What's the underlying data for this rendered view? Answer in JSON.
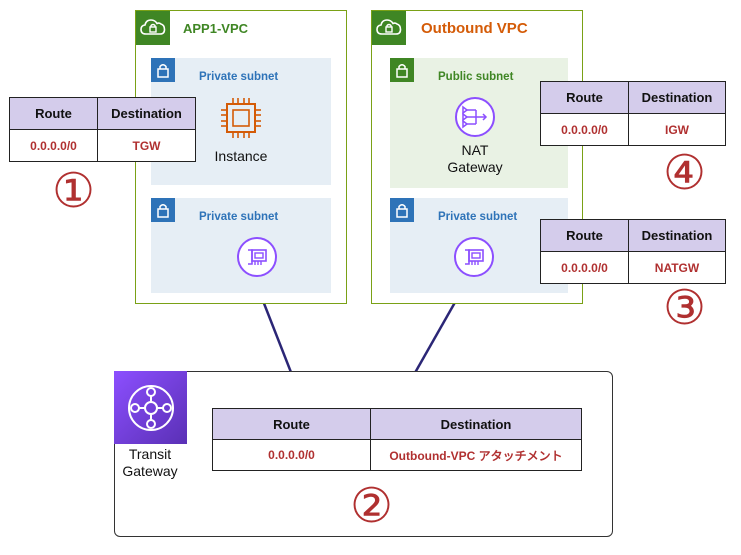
{
  "vpcs": {
    "app1": {
      "title": "APP1-VPC",
      "subnet_top": "Private subnet",
      "subnet_bottom": "Private subnet",
      "instance_label": "Instance"
    },
    "outbound": {
      "title": "Outbound VPC",
      "subnet_top": "Public subnet",
      "subnet_bottom": "Private subnet",
      "nat_label_line1": "NAT",
      "nat_label_line2": "Gateway"
    }
  },
  "route_tables": {
    "header_route": "Route",
    "header_destination": "Destination",
    "app1": {
      "route": "0.0.0.0/0",
      "destination": "TGW",
      "number": "①"
    },
    "outbound_public": {
      "route": "0.0.0.0/0",
      "destination": "IGW",
      "number": "④"
    },
    "outbound_private": {
      "route": "0.0.0.0/0",
      "destination": "NATGW",
      "number": "③"
    },
    "tgw": {
      "route": "0.0.0.0/0",
      "destination": "Outbound-VPC アタッチメント",
      "number": "②"
    }
  },
  "tgw": {
    "label_line1": "Transit",
    "label_line2": "Gateway"
  },
  "colors": {
    "vpc_border": "#7aa116",
    "app1_title": "#3f8624",
    "outbound_title": "#d45b07",
    "private_subnet_title": "#2e73b8",
    "public_subnet_title": "#3f8624",
    "route_value": "#b03030",
    "table_header": "#d4cceb",
    "link_line": "#2b2676",
    "instance_icon": "#d45b07",
    "network_icon": "#8c4fff"
  },
  "icons": [
    "cloud-lock-icon",
    "lock-icon",
    "ec2-instance-icon",
    "nat-gateway-icon",
    "network-interface-icon",
    "transit-gateway-icon"
  ]
}
